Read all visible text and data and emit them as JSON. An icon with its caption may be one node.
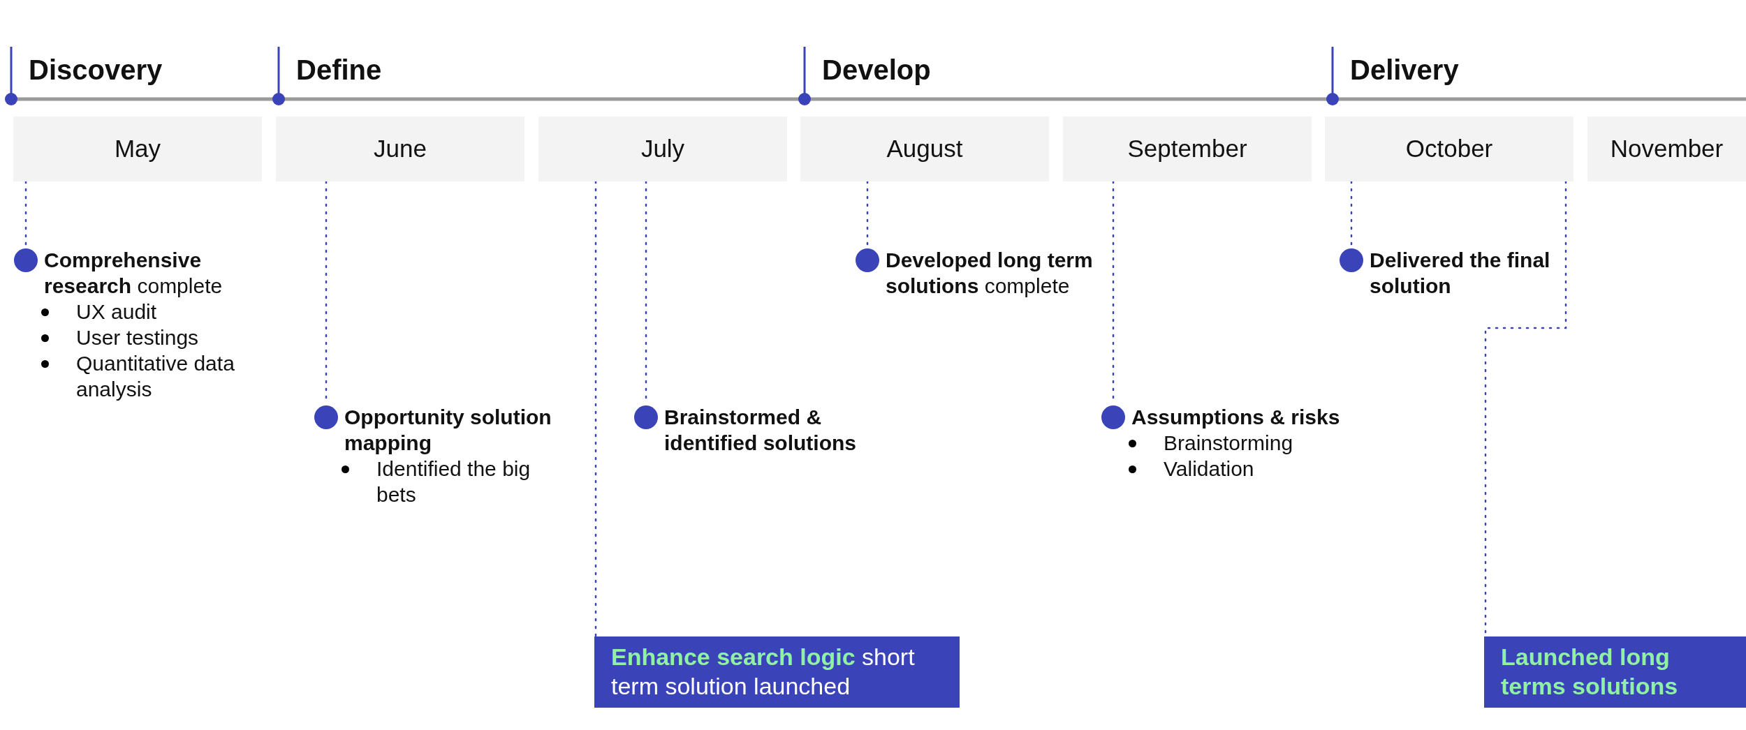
{
  "diagram": {
    "nodes": [
      {
        "text": [
          "May"
        ]
      },
      {
        "text": [
          "June"
        ]
      },
      {
        "text": [
          "July"
        ]
      },
      {
        "text": [
          "August"
        ]
      },
      {
        "text": [
          "September"
        ]
      },
      {
        "text": [
          "October"
        ]
      },
      {
        "text": [
          "November"
        ]
      },
      {
        "text": [
          "**Comprehensive research** complete",
          "UX audit",
          "User testings",
          "Quantitative data analysis"
        ]
      },
      {
        "text": [
          "Opportunity solution mapping",
          "Identified the big bets"
        ]
      },
      {
        "text": [
          "Brainstormed & identified solutions"
        ]
      },
      {
        "text": [
          "**Developed long term solutions** complete"
        ]
      },
      {
        "text": [
          "Assumptions & risks",
          "Brainstorming",
          "Validation"
        ]
      },
      {
        "text": [
          "Delivered the final solution"
        ]
      },
      {
        "text": [
          "**Enhance search logic** short term solution launched"
        ]
      },
      {
        "text": [
          "Launched long terms solutions"
        ]
      }
    ],
    "edges": [
      {
        "from": 0,
        "to": 7,
        "arrow": "none"
      },
      {
        "from": 1,
        "to": 8,
        "arrow": "none"
      },
      {
        "from": 2,
        "to": 13,
        "arrow": "none"
      },
      {
        "from": 2,
        "to": 9,
        "arrow": "none"
      },
      {
        "from": 3,
        "to": 10,
        "arrow": "none"
      },
      {
        "from": 4,
        "to": 11,
        "arrow": "none"
      },
      {
        "from": 5,
        "to": 12,
        "arrow": "none"
      },
      {
        "from": 5,
        "to": 14,
        "arrow": "none"
      }
    ],
    "labels": [
      "Discovery",
      "Define",
      "Develop",
      "Delivery"
    ]
  }
}
